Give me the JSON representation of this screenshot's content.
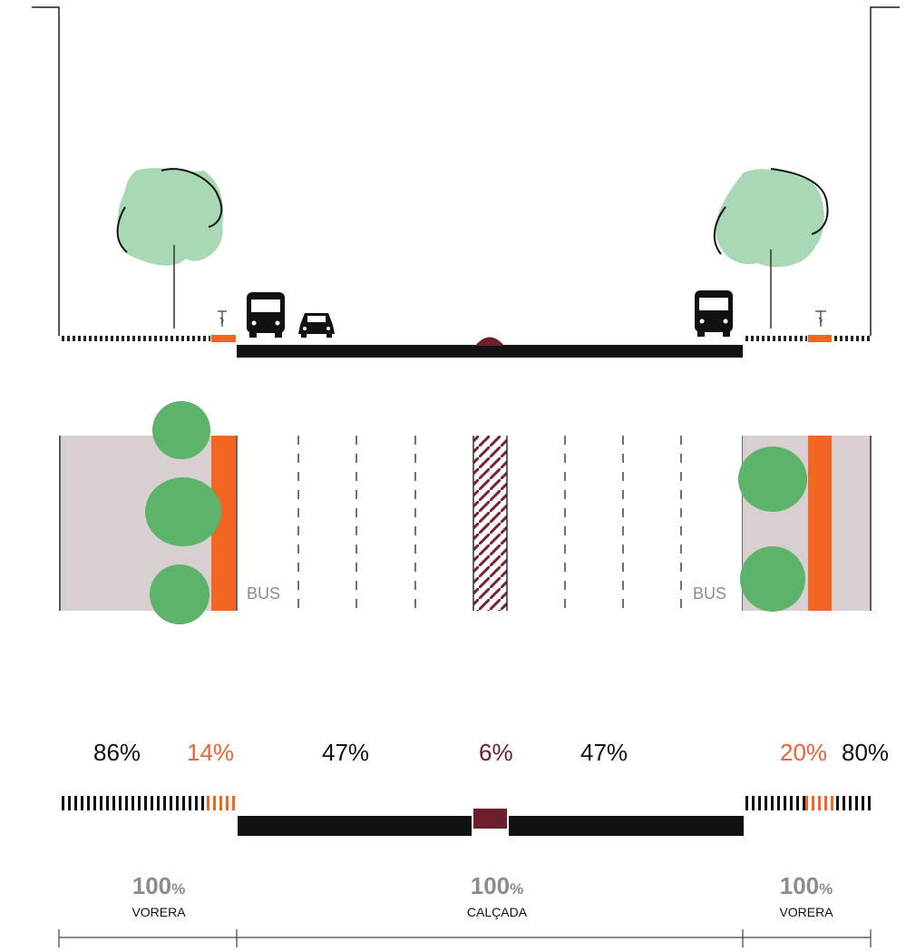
{
  "colors": {
    "asphalt": "#111111",
    "bike_lane": "#f26522",
    "median": "#6b1f2a",
    "sidewalk": "#d7cfd0",
    "tree_canopy": "#5cb36a",
    "tree_light": "#a8d8b4",
    "gray_text": "#8c8c8c",
    "orange_text": "#e8643a"
  },
  "plan": {
    "bus_left": "BUS",
    "bus_right": "BUS"
  },
  "percentages": {
    "left_sidewalk": "86%",
    "left_bike": "14%",
    "road_left": "47%",
    "median": "6%",
    "road_right": "47%",
    "right_bike": "20%",
    "right_sidewalk": "80%"
  },
  "totals": {
    "left_value": "100",
    "left_unit": "%",
    "left_label": "VORERA",
    "center_value": "100",
    "center_unit": "%",
    "center_label": "CALÇADA",
    "right_value": "100",
    "right_unit": "%",
    "right_label": "VORERA"
  }
}
